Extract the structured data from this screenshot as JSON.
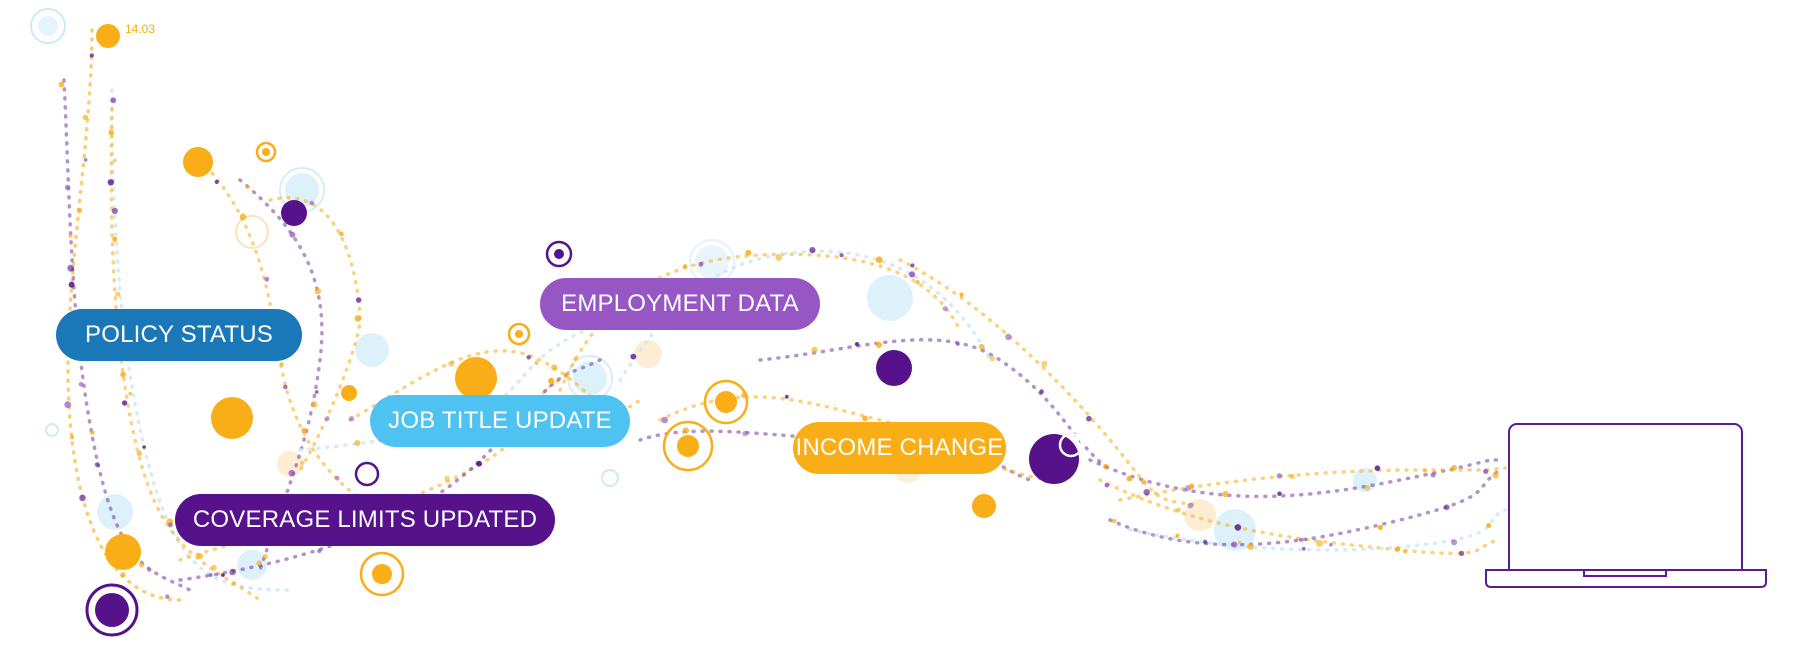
{
  "reading_value": "14.03",
  "labels": {
    "policy_status": "POLICY STATUS",
    "employment_data": "EMPLOYMENT DATA",
    "job_title_update": "JOB TITLE UPDATE",
    "income_change": "INCOME CHANGE",
    "coverage_limits_updated": "COVERAGE LIMITS UPDATED"
  },
  "colors": {
    "blue": "#1a77b8",
    "purple": "#9656c4",
    "light_blue": "#4ec3f2",
    "orange": "#f9ad17",
    "dark_purple": "#55128a",
    "pale_blue": "#cdebf7",
    "laptop_stroke": "#5a1b94"
  },
  "icons": {
    "device": "laptop-icon"
  }
}
